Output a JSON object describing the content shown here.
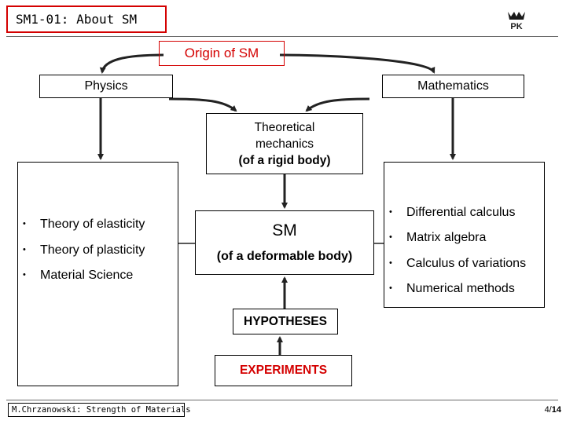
{
  "header": {
    "title": "SM1-01: About SM",
    "logo_icon": "pk-university-logo-icon",
    "logo_text": "PK",
    "accent_color": "#d40000"
  },
  "diagram": {
    "origin": "Origin of SM",
    "physics": "Physics",
    "mathematics": "Mathematics",
    "theoretical_mechanics": {
      "line1": "Theoretical",
      "line2": "mechanics",
      "line3": "(of a rigid body)"
    },
    "sm": {
      "title": "SM",
      "subtitle": "(of a deformable body)"
    },
    "physics_topics": [
      "Theory of elasticity",
      "Theory of plasticity",
      "Material Science"
    ],
    "math_topics": [
      "Differential calculus",
      "Matrix algebra",
      "Calculus of variations",
      "Numerical methods"
    ],
    "hypotheses": "HYPOTHESES",
    "experiments": "EXPERIMENTS"
  },
  "footer": {
    "author": "M.Chrzanowski: Strength of Materials",
    "page_current": "4/",
    "page_total": "14"
  }
}
